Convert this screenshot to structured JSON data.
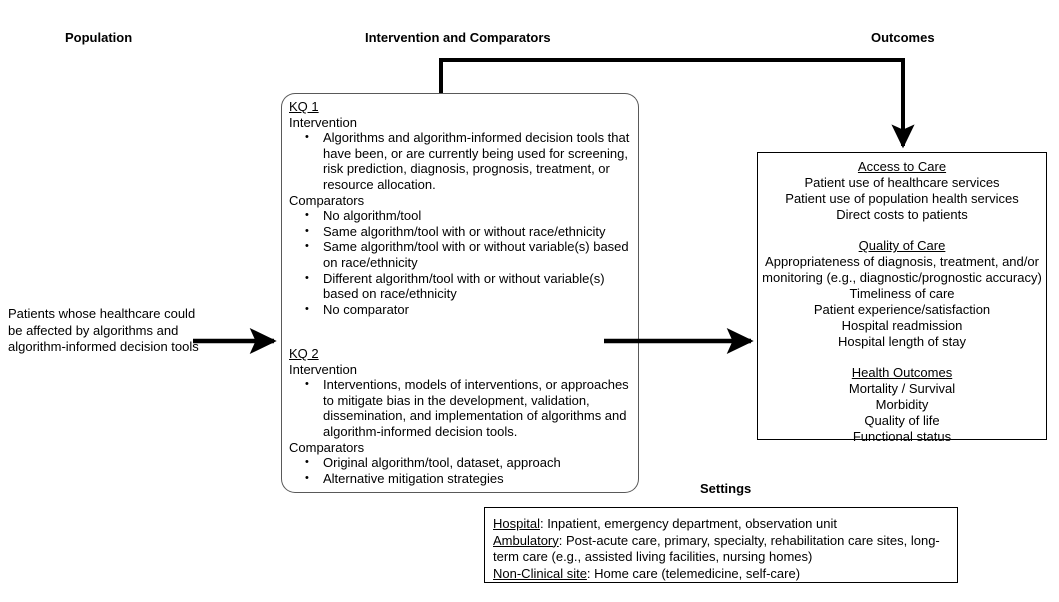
{
  "headers": {
    "population": "Population",
    "intervention": "Intervention and Comparators",
    "outcomes": "Outcomes"
  },
  "population": {
    "text": "Patients whose healthcare could be affected by algorithms and algorithm-informed decision tools"
  },
  "kq1": {
    "title": "KQ 1",
    "intervention_label": "Intervention",
    "intervention_items": [
      "Algorithms and algorithm-informed decision tools that have been, or are currently being used for screening, risk prediction, diagnosis, prognosis, treatment, or resource allocation."
    ],
    "comparators_label": "Comparators",
    "comparators_items": [
      "No algorithm/tool",
      "Same algorithm/tool with or without race/ethnicity",
      "Same algorithm/tool with or without variable(s) based on race/ethnicity",
      "Different algorithm/tool with or without variable(s) based on race/ethnicity",
      "No comparator"
    ]
  },
  "kq2": {
    "title": "KQ 2",
    "intervention_label": "Intervention",
    "intervention_items": [
      "Interventions, models of interventions, or approaches to mitigate bias in the development, validation, dissemination, and implementation of algorithms and algorithm-informed decision tools."
    ],
    "comparators_label": "Comparators",
    "comparators_items": [
      "Original algorithm/tool, dataset, approach",
      "Alternative mitigation strategies"
    ]
  },
  "outcomes": {
    "groups": [
      {
        "title": "Access to Care",
        "items": [
          "Patient use of healthcare services",
          "Patient use of population health services",
          "Direct costs to patients"
        ]
      },
      {
        "title": "Quality of Care",
        "items": [
          "Appropriateness of diagnosis, treatment, and/or",
          "monitoring (e.g., diagnostic/prognostic accuracy)",
          "Timeliness of care",
          "Patient experience/satisfaction",
          "Hospital readmission",
          "Hospital length of stay"
        ]
      },
      {
        "title": "Health Outcomes",
        "items": [
          "Mortality / Survival",
          "Morbidity",
          "Quality of life",
          "Functional status"
        ]
      }
    ]
  },
  "settings": {
    "title": "Settings",
    "lines": [
      {
        "label": "Hospital",
        "text": ": Inpatient, emergency department, observation unit"
      },
      {
        "label": "Ambulatory",
        "text": ": Post-acute care, primary, specialty, rehabilitation care sites, long-term care (e.g., assisted living facilities, nursing homes)"
      },
      {
        "label": "Non-Clinical site",
        "text": ": Home care (telemedicine, self-care)"
      }
    ]
  },
  "colors": {
    "line": "#000000",
    "box_border": "#595959",
    "background": "#ffffff"
  },
  "arrows": [
    {
      "name": "population-to-kq",
      "from": "population-text",
      "to": "kq-boxes"
    },
    {
      "name": "kq1-to-outcomes",
      "from": "kq1-box-top",
      "to": "outcomes-box-top"
    },
    {
      "name": "kq-to-outcomes",
      "from": "kq-boxes-right",
      "to": "outcomes-box-left"
    }
  ]
}
